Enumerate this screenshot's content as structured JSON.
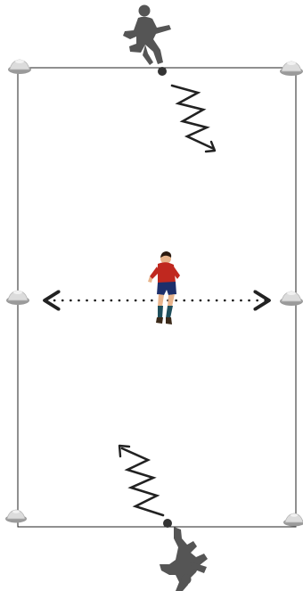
{
  "diagram": {
    "field_color": "#222222",
    "cone_color": "#dcdcdc",
    "cone_shadow_color": "#9a9a9a",
    "attacker_silhouette_color": "#555555",
    "ball_color": "#333333",
    "dribble_line_color": "#222222",
    "path_line_color": "#1a1a1a",
    "defender_shirt_color": "#c0281f",
    "defender_shorts_color": "#1c2f6b",
    "defender_socks_color": "#1f4f5c",
    "defender_skin_color": "#e8b48c",
    "defender_hair_color": "#2a1a10",
    "cone_icon": "cone-marker",
    "attacker_icon": "player-silhouette",
    "defender_icon": "player-figure",
    "ball_icon": "soccer-ball",
    "dribble_icon": "zigzag-arrow",
    "defender_path_icon": "dotted-double-arrow"
  }
}
